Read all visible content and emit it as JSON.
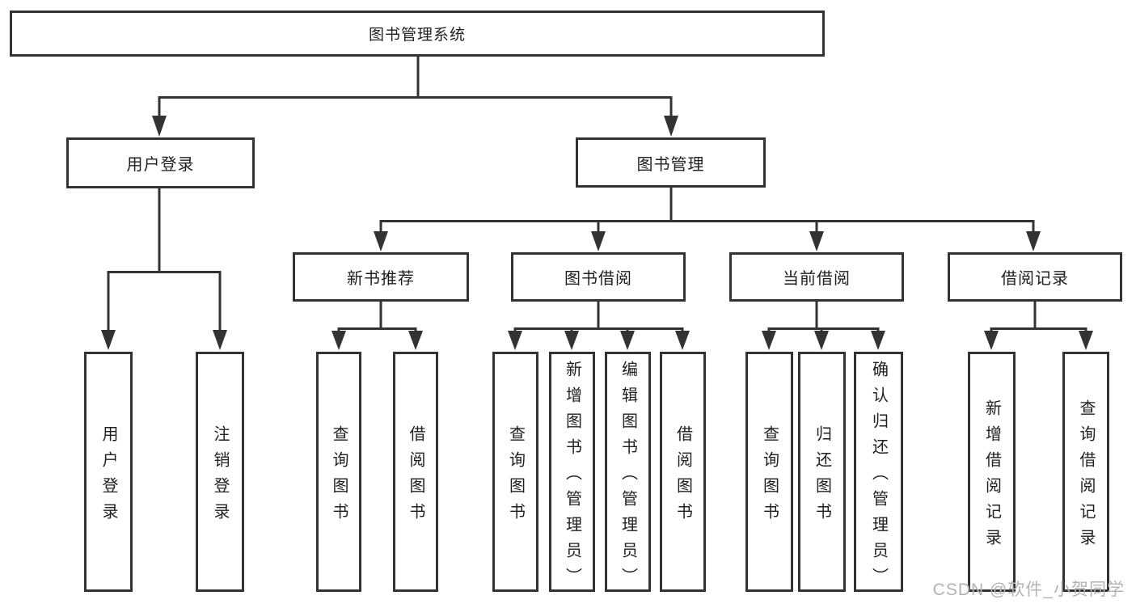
{
  "tree": {
    "root": "图书管理系统",
    "children": [
      {
        "label": "用户登录",
        "children": [
          {
            "label": "用户登录"
          },
          {
            "label": "注销登录"
          }
        ]
      },
      {
        "label": "图书管理",
        "children": [
          {
            "label": "新书推荐",
            "children": [
              {
                "label": "查询图书"
              },
              {
                "label": "借阅图书"
              }
            ]
          },
          {
            "label": "图书借阅",
            "children": [
              {
                "label": "查询图书"
              },
              {
                "label": "新增图书（管理员）"
              },
              {
                "label": "编辑图书（管理员）"
              },
              {
                "label": "借阅图书"
              }
            ]
          },
          {
            "label": "当前借阅",
            "children": [
              {
                "label": "查询图书"
              },
              {
                "label": "归还图书"
              },
              {
                "label": "确认归还（管理员）"
              }
            ]
          },
          {
            "label": "借阅记录",
            "children": [
              {
                "label": "新增借阅记录"
              },
              {
                "label": "查询借阅记录"
              }
            ]
          }
        ]
      }
    ]
  },
  "watermark": {
    "text": "CSDN @软件_小贺同学"
  },
  "colors": {
    "line": "#333333",
    "box_border": "#333333",
    "text": "#1f1f1f",
    "background": "#ffffff",
    "watermark": "#b3b3b3"
  }
}
